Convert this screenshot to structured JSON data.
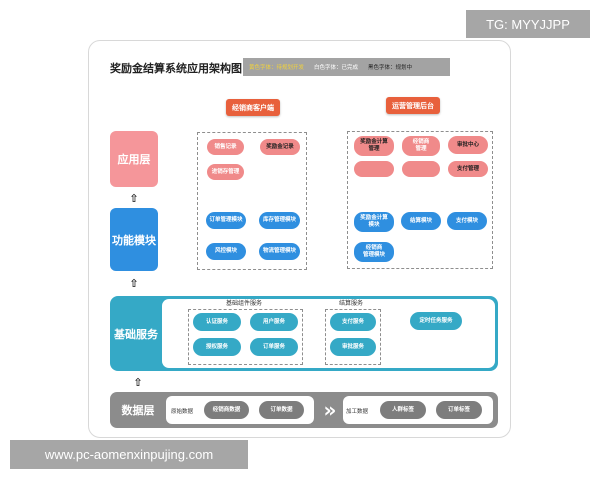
{
  "title": "奖励金结算系统应用架构图",
  "legend": {
    "yellow": "黄色字体：待规划开发",
    "white": "白色字体：已完成",
    "black": "黑色字体：规划中",
    "colors": {
      "yellow": "#f6d84a",
      "white": "#ffffff",
      "black": "#222222"
    }
  },
  "sections": {
    "distributor_client": "经销商客户端",
    "ops_backend": "运营管理后台"
  },
  "layers": {
    "application": "应用层",
    "function": "功能模块",
    "base": "基础服务",
    "data": "数据层",
    "arrow_glyph": "⇧"
  },
  "app_layer": {
    "distributor": [
      {
        "label": "销售记录",
        "text_color": "white"
      },
      {
        "label": "奖励金记录",
        "text_color": "black"
      },
      {
        "label": "进销存管理",
        "text_color": "white"
      }
    ],
    "ops": [
      {
        "label": "奖励金计算\n管理",
        "text_color": "black"
      },
      {
        "label": "经销商\n管理",
        "text_color": "white"
      },
      {
        "label": "审批中心",
        "text_color": "black"
      },
      {
        "label": "",
        "text_color": "yellow"
      },
      {
        "label": "",
        "text_color": "yellow"
      },
      {
        "label": "支付管理",
        "text_color": "black"
      }
    ]
  },
  "function_layer": {
    "distributor": [
      "订单管理模块",
      "库存管理模块",
      "风控模块",
      "物流管理模块"
    ],
    "ops": [
      "奖励金计算\n模块",
      "结算模块",
      "支付模块",
      "经销商\n管理模块"
    ]
  },
  "base_services": {
    "group1_title": "基础组件服务",
    "group1": [
      {
        "label": "认证服务",
        "text_color": "yellow"
      },
      {
        "label": "用户服务",
        "text_color": "white"
      },
      {
        "label": "授权服务",
        "text_color": "yellow"
      },
      {
        "label": "订单服务",
        "text_color": "white"
      }
    ],
    "group2_title": "结算服务",
    "group2": [
      {
        "label": "支付服务",
        "text_color": "yellow"
      },
      {
        "label": "审批服务",
        "text_color": "yellow"
      }
    ],
    "standalone": "定时任务服务"
  },
  "data_layer": {
    "raw_label": "原始数据",
    "raw": [
      "经销商数据",
      "订单数据"
    ],
    "flow_glyph": "»",
    "processed_label": "加工数据",
    "processed": [
      "人群标签",
      "订单标签"
    ]
  },
  "watermarks": {
    "top_right": "TG: MYYJJPP",
    "bottom_left": "www.pc-aomenxinpujing.com"
  }
}
